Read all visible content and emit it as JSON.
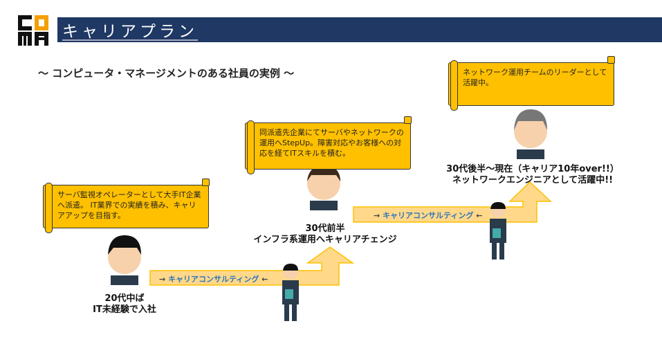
{
  "logo": "COMA",
  "header": {
    "title": "キャリアプラン"
  },
  "subtitle": "～ コンピュータ・マネージメントのある社員の実例 ～",
  "stages": [
    {
      "note": "サーバ監視オペレーターとして大手IT企業へ派遣。 IT業界での実績を積み、キャリアアップを目指す。",
      "label_line1": "20代中ば",
      "label_line2": "IT未経験で入社"
    },
    {
      "note": "同派遣先企業にてサーバやネットワークの運用へStepUp。障害対応やお客様への対応を経てITスキルを積む。",
      "label_line1": "30代前半",
      "label_line2": "インフラ系運用へキャリアチェンジ"
    },
    {
      "note": "ネットワーク運用チームのリーダーとして活躍中。",
      "label_line1": "30代後半～現在（キャリア10年over!!）",
      "label_line2": "ネットワークエンジニアとして活躍中!!"
    }
  ],
  "consulting": {
    "arrow_left": "→",
    "label": "キャリアコンサルティング",
    "arrow_right": "←"
  },
  "colors": {
    "header": "#1f3864",
    "scroll": "#ffc000",
    "arrow": "#ffd88a"
  }
}
